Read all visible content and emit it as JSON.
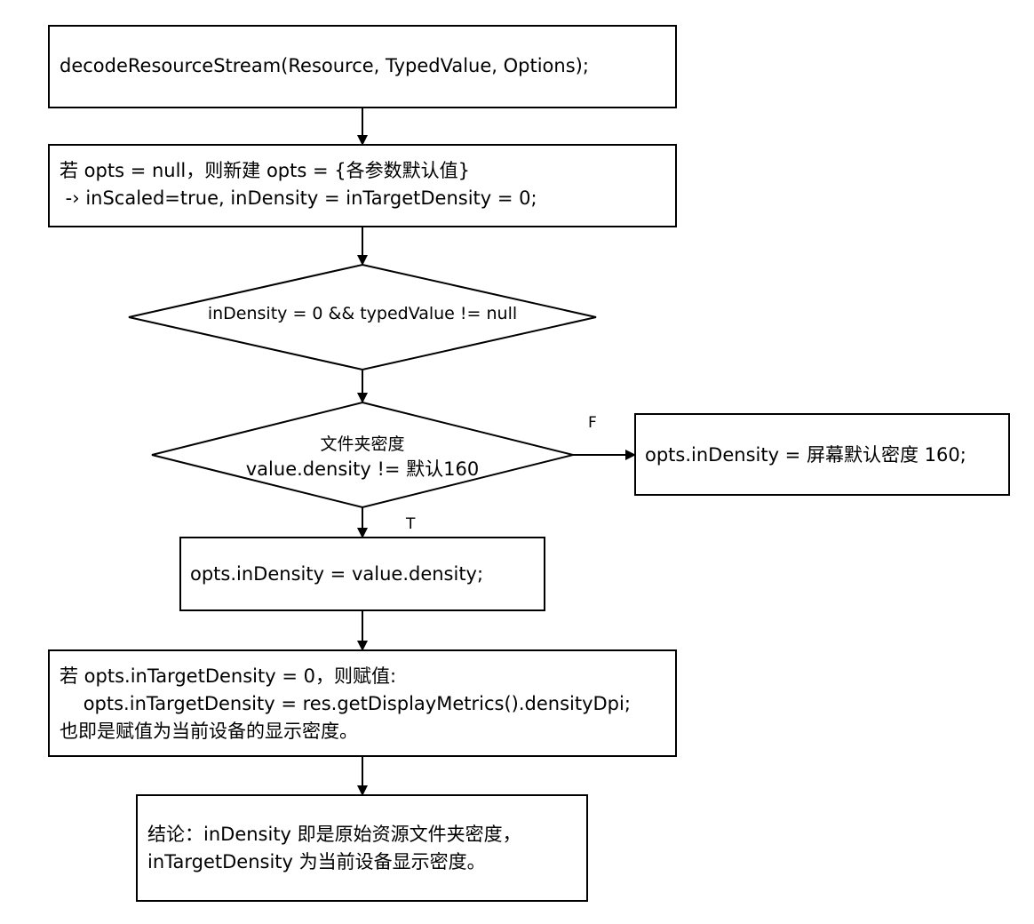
{
  "nodes": {
    "decode": {
      "text": "decodeResourceStream(Resource, TypedValue, Options);"
    },
    "init_opts": {
      "line1": "若 opts = null，则新建 opts = {各参数默认值}",
      "line2": " -› inScaled=true, inDensity = inTargetDensity = 0;"
    },
    "check_density": {
      "text": "inDensity = 0 && typedValue != null"
    },
    "check_folder": {
      "line1": "文件夹密度",
      "line2": "value.density != 默认160"
    },
    "default_density": {
      "text": "opts.inDensity = 屏幕默认密度 160;"
    },
    "assign_density": {
      "text": "opts.inDensity = value.density;"
    },
    "target_density": {
      "line1": "若 opts.inTargetDensity = 0，则赋值:",
      "line2": "    opts.inTargetDensity = res.getDisplayMetrics().densityDpi;",
      "line3": "也即是赋值为当前设备的显示密度。"
    },
    "conclusion": {
      "line1": "结论：inDensity 即是原始资源文件夹密度，",
      "line2": "inTargetDensity 为当前设备显示密度。"
    }
  },
  "edge_labels": {
    "false_branch": "F",
    "true_branch": "T"
  },
  "colors": {
    "stroke": "#000000",
    "background": "#ffffff"
  }
}
